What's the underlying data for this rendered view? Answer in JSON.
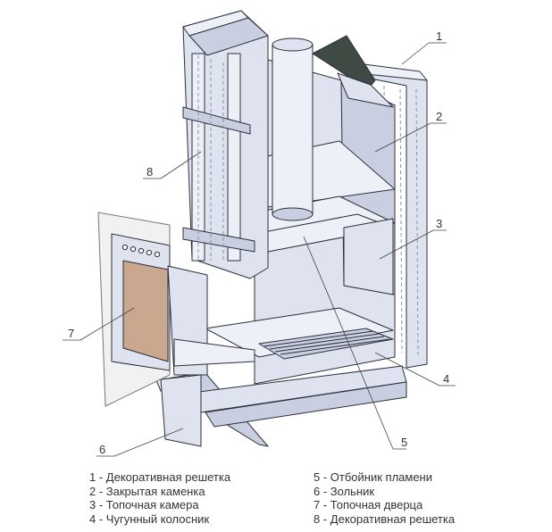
{
  "callouts": [
    "1",
    "2",
    "3",
    "4",
    "5",
    "6",
    "7",
    "8"
  ],
  "legend": {
    "left": [
      "1 - Декоративная решетка",
      "2 - Закрытая каменка",
      "3 - Топочная камера",
      "4 - Чугунный колосник"
    ],
    "right": [
      "5 - Отбойник пламени",
      "6 - Зольник",
      "7 - Топочная дверца",
      "8 - Декоративная решетка"
    ]
  },
  "colors": {
    "metal": "#dfe3ef",
    "metal_dark": "#c9cfe0",
    "metal_light": "#eef0f7",
    "outline": "#2b2f3a",
    "door_glass": "#c9a88f",
    "chimney_cap": "#3f4a45"
  }
}
